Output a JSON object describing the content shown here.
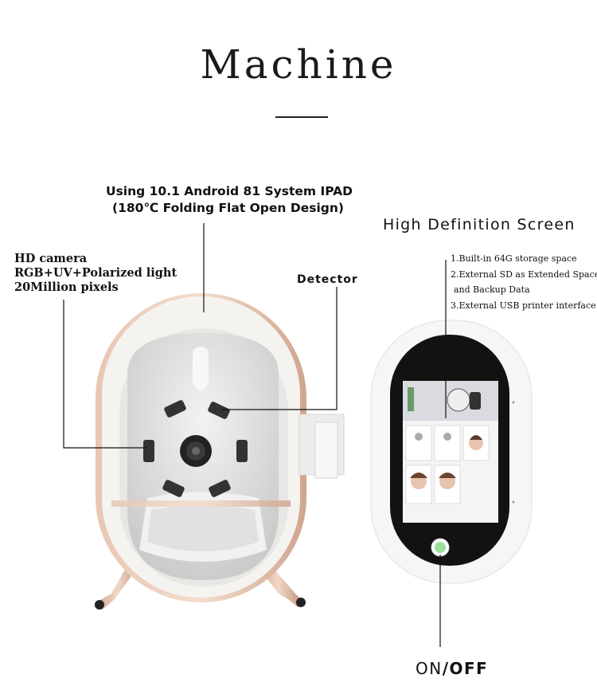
{
  "title": "Machine",
  "labels": {
    "ipad_line1": "Using 10.1 Android 81 System IPAD",
    "ipad_line2": "(180℃ Folding Flat Open Design)",
    "camera_line1": "HD camera",
    "camera_line2": "RGB+UV+Polarized light",
    "camera_line3": "20Million pixels",
    "detector": "Detector",
    "screen_heading": "High Definition Screen",
    "feature_1": "1.Built-in 64G storage space",
    "feature_2": "2.External SD as Extended Space",
    "feature_2b": "and Backup Data",
    "feature_3": "3.External USB printer interface",
    "on": "ON",
    "slash_off": "/OFF"
  },
  "colors": {
    "rose_gold": "#d9b39c",
    "shell_white": "#f4f2ef",
    "inner_grey": "#dcdcdc",
    "screen_black": "#111111",
    "power_green": "#9be09a"
  }
}
